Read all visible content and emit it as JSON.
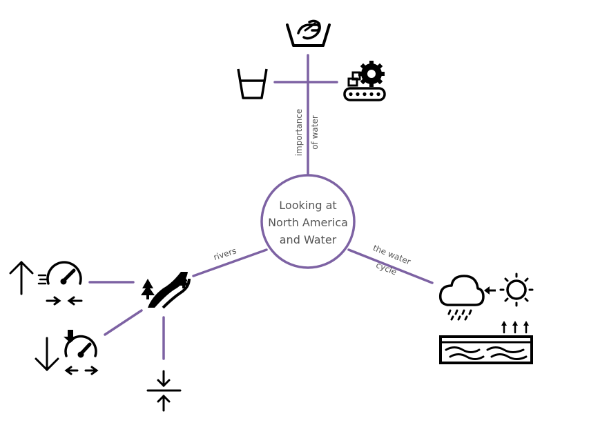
{
  "center": {
    "lines": [
      "Looking at",
      "North America",
      "and Water"
    ]
  },
  "branches": {
    "importance": {
      "label_line1": "importance",
      "label_line2": "of water"
    },
    "rivers": {
      "label": "rivers"
    },
    "water_cycle": {
      "label_line1": "the water",
      "label_line2": "cycle"
    }
  },
  "colors": {
    "line": "#7d62a3",
    "icon": "#000000",
    "text": "#555555"
  },
  "icons": {
    "washing": "hand-washing-basin-icon",
    "cup": "water-glass-icon",
    "factory": "industry-conveyor-gear-icon",
    "river": "river-trees-icon",
    "fast_flow": "up-arrow-speed-narrow-icon",
    "slow_flow": "down-arrow-speed-wide-icon",
    "compress": "compress-arrows-icon",
    "water_cycle": "cloud-rain-sun-evaporation-icon"
  }
}
